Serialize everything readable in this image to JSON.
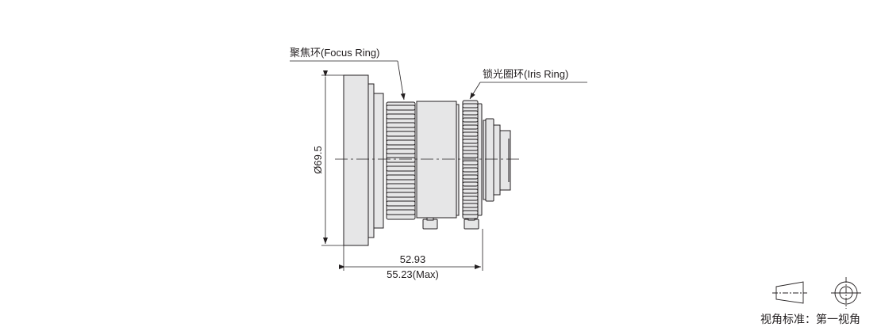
{
  "callouts": {
    "focus_ring": "聚焦环(Focus Ring)",
    "iris_ring": "锁光圈环(Iris Ring)"
  },
  "dimensions": {
    "diameter": "Ø69.5",
    "length": "52.93",
    "length_max": "55.23(Max)"
  },
  "view_standard": {
    "label": "视角标准：第一视角",
    "icons": [
      "first-angle-projection-trapezoid-icon",
      "first-angle-projection-circles-icon"
    ]
  },
  "colors": {
    "line": "#231f20",
    "fill": "#e6e6e7",
    "fill_dark": "#d9d9da"
  }
}
